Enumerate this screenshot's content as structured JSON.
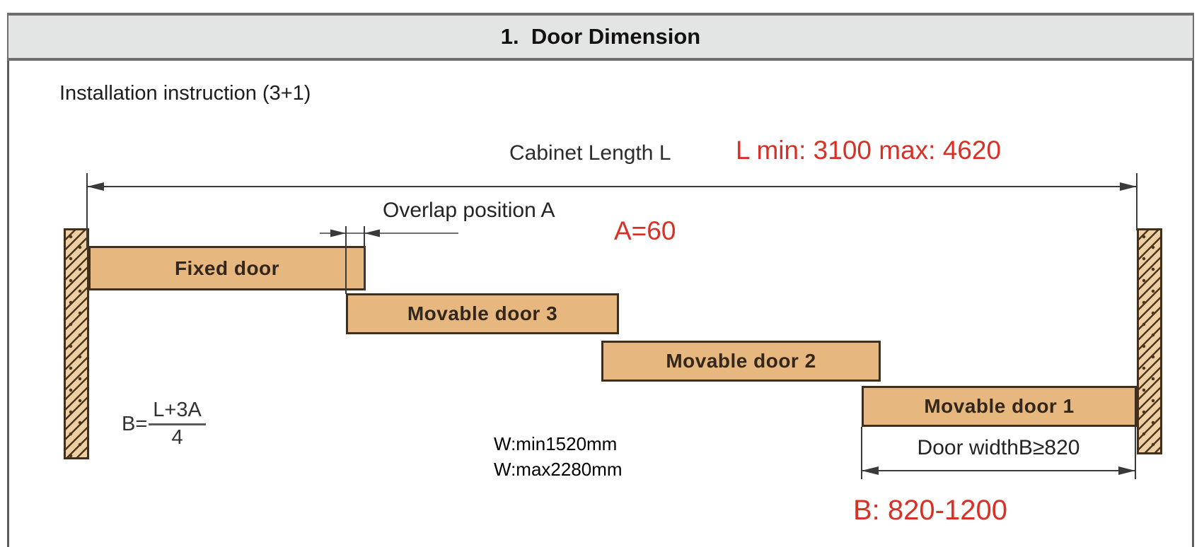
{
  "header": {
    "title": "1.  Door Dimension"
  },
  "subtitle": "Installation instruction (3+1)",
  "cabinet": {
    "label": "Cabinet Length L",
    "range": "L min: 3100 max: 4620"
  },
  "overlap": {
    "label": "Overlap position A",
    "value": "A=60"
  },
  "doors": {
    "fixed": "Fixed door",
    "movable3": "Movable door 3",
    "movable2": "Movable door 2",
    "movable1": "Movable door 1"
  },
  "door_width": {
    "label": "Door widthB≥820",
    "range": "B: 820-1200"
  },
  "formula": {
    "lhs": "B=",
    "numerator": "L+3A",
    "denominator": "4"
  },
  "width_notes": {
    "min": "W:min1520mm",
    "max": "W:max2280mm"
  },
  "colors": {
    "accent_red": "#d93026",
    "door_fill": "#e6b77f",
    "door_border": "#3f2e1b",
    "door_text": "#33261a",
    "wall_fill": "#edcfa3",
    "wall_hatch": "#4b351c",
    "header_fill": "#e3e5e4",
    "header_border": "#6e6e6e",
    "line": "#3a3a3a",
    "text_dark": "#222222"
  }
}
